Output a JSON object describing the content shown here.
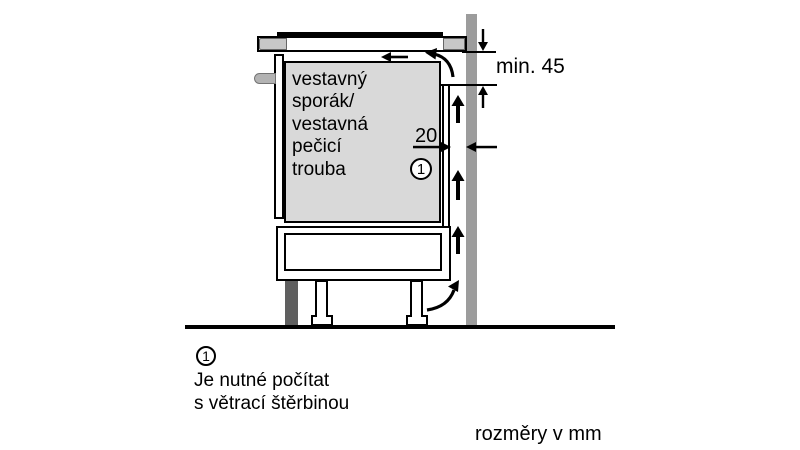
{
  "diagram": {
    "appliance_label": {
      "lines": [
        "vestavný",
        "sporák/",
        "vestavná",
        "pečicí",
        "trouba"
      ]
    },
    "dimensions": {
      "top_clearance": "min. 45",
      "rear_gap": "20"
    },
    "callout": {
      "symbol": "1"
    },
    "footnote": {
      "symbol": "1",
      "lines": [
        "Je nutné počítat",
        "s větrací štěrbinou"
      ]
    },
    "units_note": "rozměry v mm",
    "colors": {
      "cabinet_fill": "#d9d9d9",
      "wall_fill": "#9c9c9c",
      "plinth_fill": "#5f5f5f",
      "counter_end_fill": "#c7c7c7",
      "knob_fill": "#b3b3b3",
      "line_color": "#000000"
    }
  }
}
